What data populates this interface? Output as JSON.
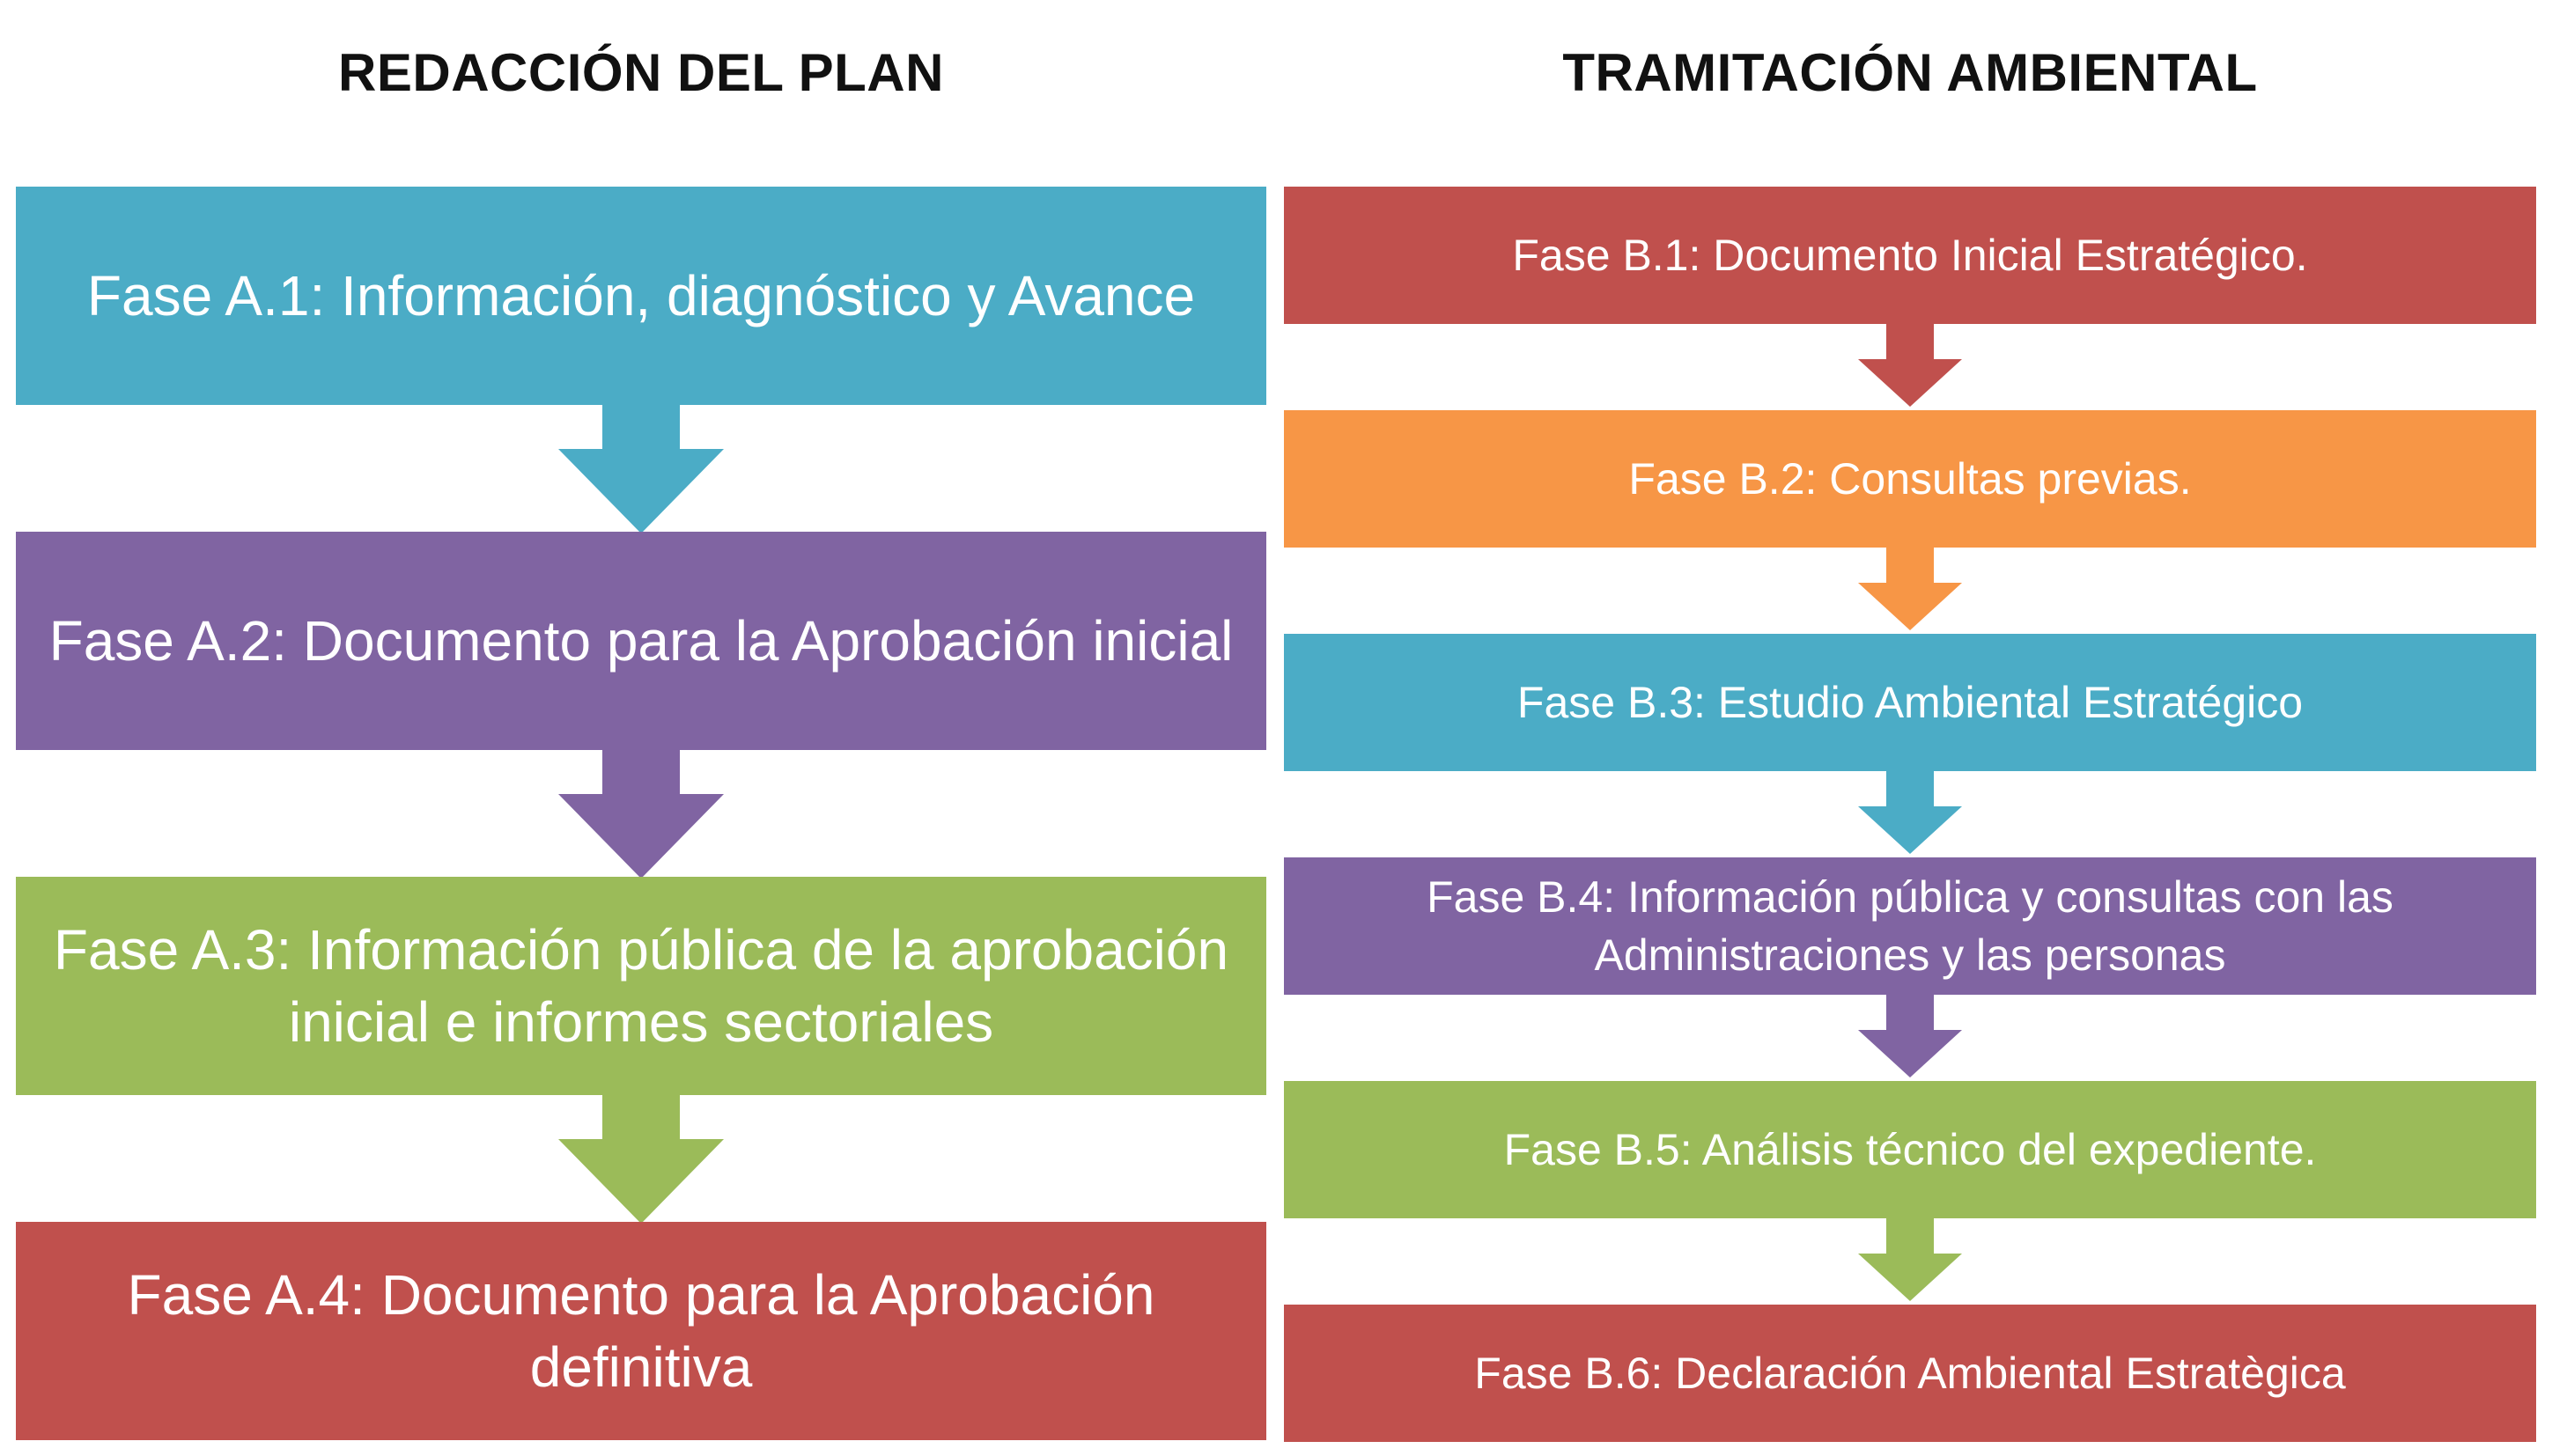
{
  "headers": {
    "left": "REDACCIÓN DEL PLAN",
    "right": "TRAMITACIÓN AMBIENTAL"
  },
  "colors": {
    "blue": "#4BACC6",
    "purple": "#8064A2",
    "green": "#9BBB59",
    "red": "#C0504D",
    "orange": "#F79646"
  },
  "phases_a": [
    {
      "label": "Fase A.1: Información, diagnóstico y Avance",
      "color": "blue"
    },
    {
      "label": "Fase A.2: Documento para la Aprobación inicial",
      "color": "purple"
    },
    {
      "label": "Fase A.3: Información pública de la aprobación inicial e informes sectoriales",
      "color": "green"
    },
    {
      "label": "Fase A.4: Documento para la Aprobación definitiva",
      "color": "red"
    }
  ],
  "phases_b": [
    {
      "label": "Fase B.1: Documento Inicial Estratégico.",
      "color": "red"
    },
    {
      "label": "Fase B.2: Consultas previas.",
      "color": "orange"
    },
    {
      "label": "Fase B.3: Estudio Ambiental Estratégico",
      "color": "blue"
    },
    {
      "label": "Fase B.4: Información pública y consultas con las Administraciones y las personas",
      "color": "purple"
    },
    {
      "label": "Fase B.5: Análisis técnico del expediente.",
      "color": "green"
    },
    {
      "label": "Fase B.6: Declaración Ambiental Estratègica",
      "color": "red"
    }
  ]
}
